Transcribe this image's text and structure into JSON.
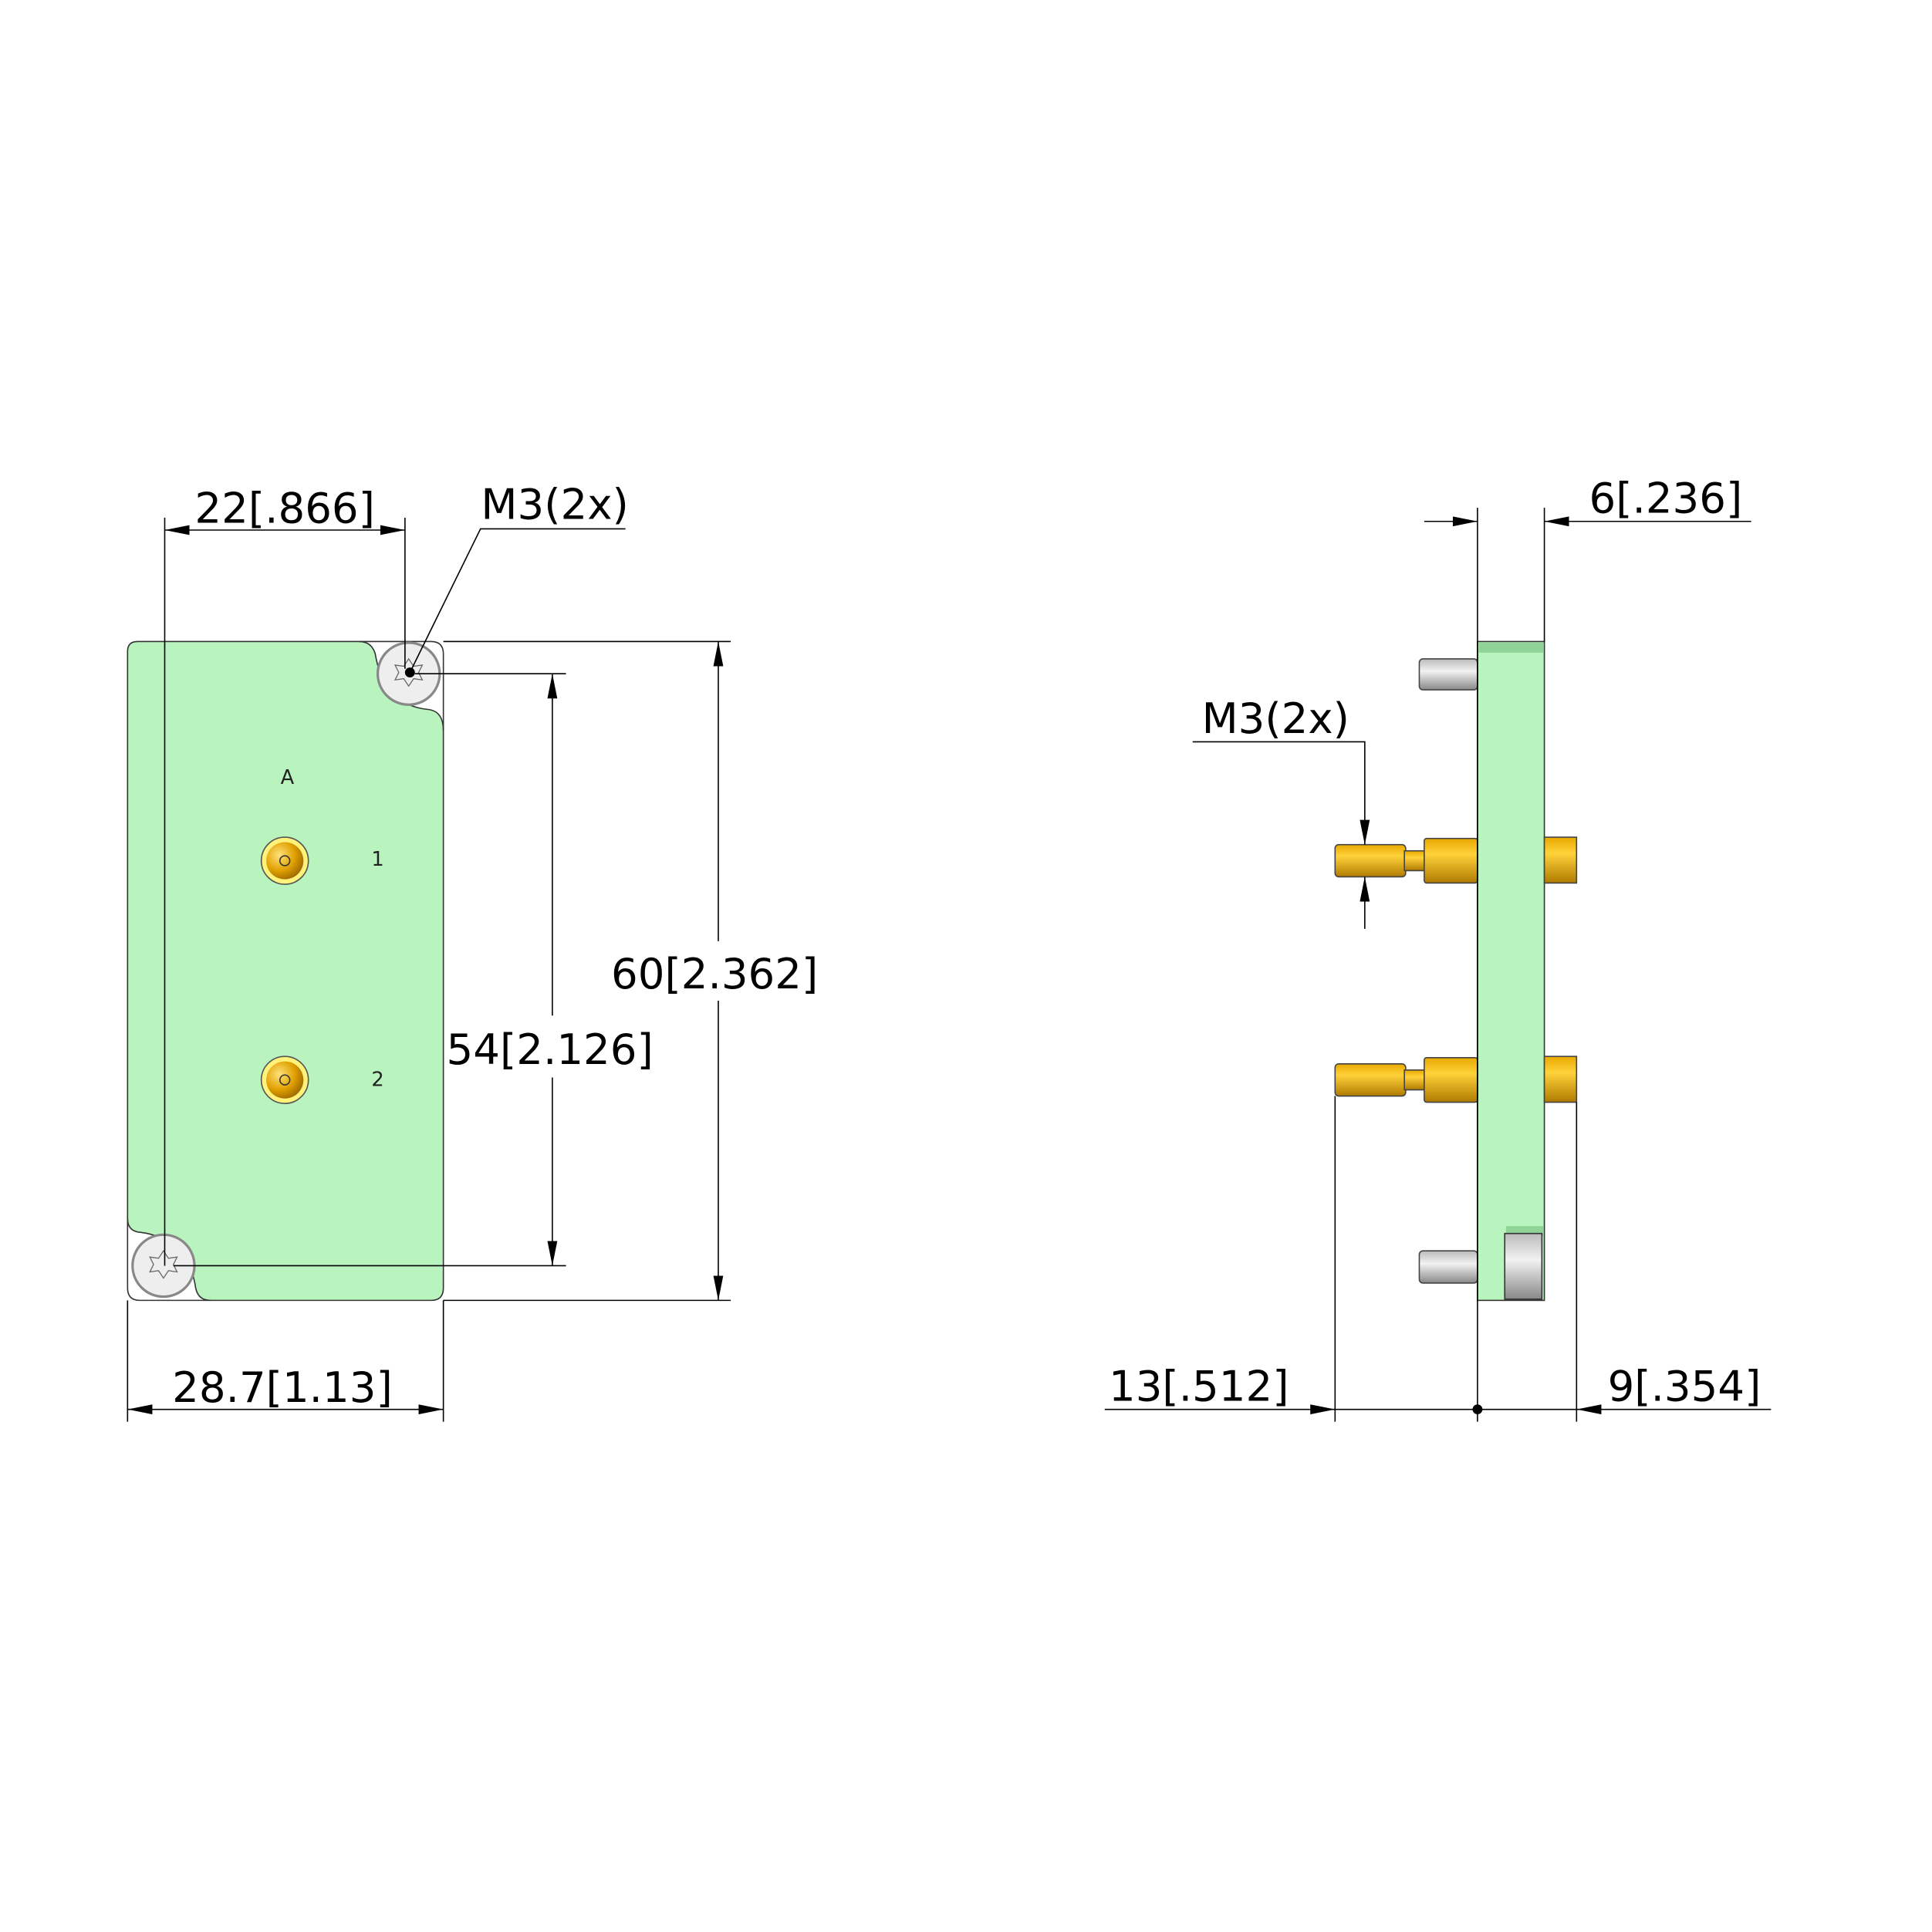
{
  "colors": {
    "plate": "#b9f4bf",
    "plate_dark": "#8fd496",
    "gold": "#f8c21c",
    "gold_dark": "#b8860b",
    "steel": "#d8d8d8"
  },
  "front_view": {
    "labels": {
      "header": "A",
      "pin1": "1",
      "pin2": "2"
    },
    "dims": {
      "hole_spacing_x": "22[.866]",
      "thread": "M3(2x)",
      "hole_spacing_y": "54[2.126]",
      "height": "60[2.362]",
      "width": "28.7[1.13]"
    }
  },
  "side_view": {
    "dims": {
      "thickness": "6[.236]",
      "thread": "M3(2x)",
      "pin_front_length": "13[.512]",
      "pin_back_length": "9[.354]"
    }
  }
}
